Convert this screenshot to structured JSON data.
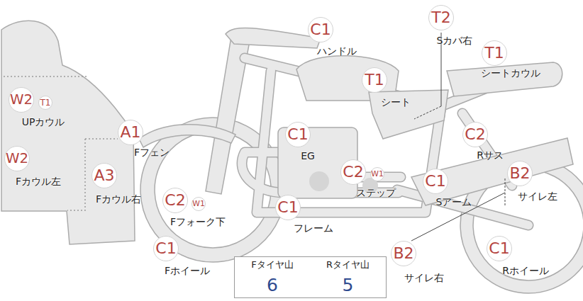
{
  "diagram": {
    "nodes": [
      {
        "text": [
          "C1",
          "ハンドル"
        ]
      },
      {
        "text": [
          "T2",
          "Sカバ右"
        ]
      },
      {
        "text": [
          "T1",
          "シートカウル"
        ]
      },
      {
        "text": [
          "T1",
          "シート"
        ]
      },
      {
        "text": [
          "W2",
          "UPカウル"
        ]
      },
      {
        "text": [
          "T1"
        ]
      },
      {
        "text": [
          "A1",
          "Fフェン"
        ]
      },
      {
        "text": [
          "C1",
          "EG"
        ]
      },
      {
        "text": [
          "C2",
          "Rサス"
        ]
      },
      {
        "text": [
          "W2",
          "Fカウル左"
        ]
      },
      {
        "text": [
          "A3",
          "Fカウル右"
        ]
      },
      {
        "text": [
          "C2",
          "ステップ"
        ]
      },
      {
        "text": [
          "W1"
        ]
      },
      {
        "text": [
          "C1",
          "Sアーム"
        ]
      },
      {
        "text": [
          "B2",
          "サイレ左"
        ]
      },
      {
        "text": [
          "C2",
          "Fフォーク下"
        ]
      },
      {
        "text": [
          "W1"
        ]
      },
      {
        "text": [
          "C1",
          "フレーム"
        ]
      },
      {
        "text": [
          "B2",
          "サイレ右"
        ]
      },
      {
        "text": [
          "C1",
          "Fホイール"
        ]
      },
      {
        "text": [
          "C1",
          "Rホイール"
        ]
      }
    ],
    "labels": [
      "Fタイヤ山",
      "Rタイヤ山",
      "6",
      "5"
    ]
  }
}
